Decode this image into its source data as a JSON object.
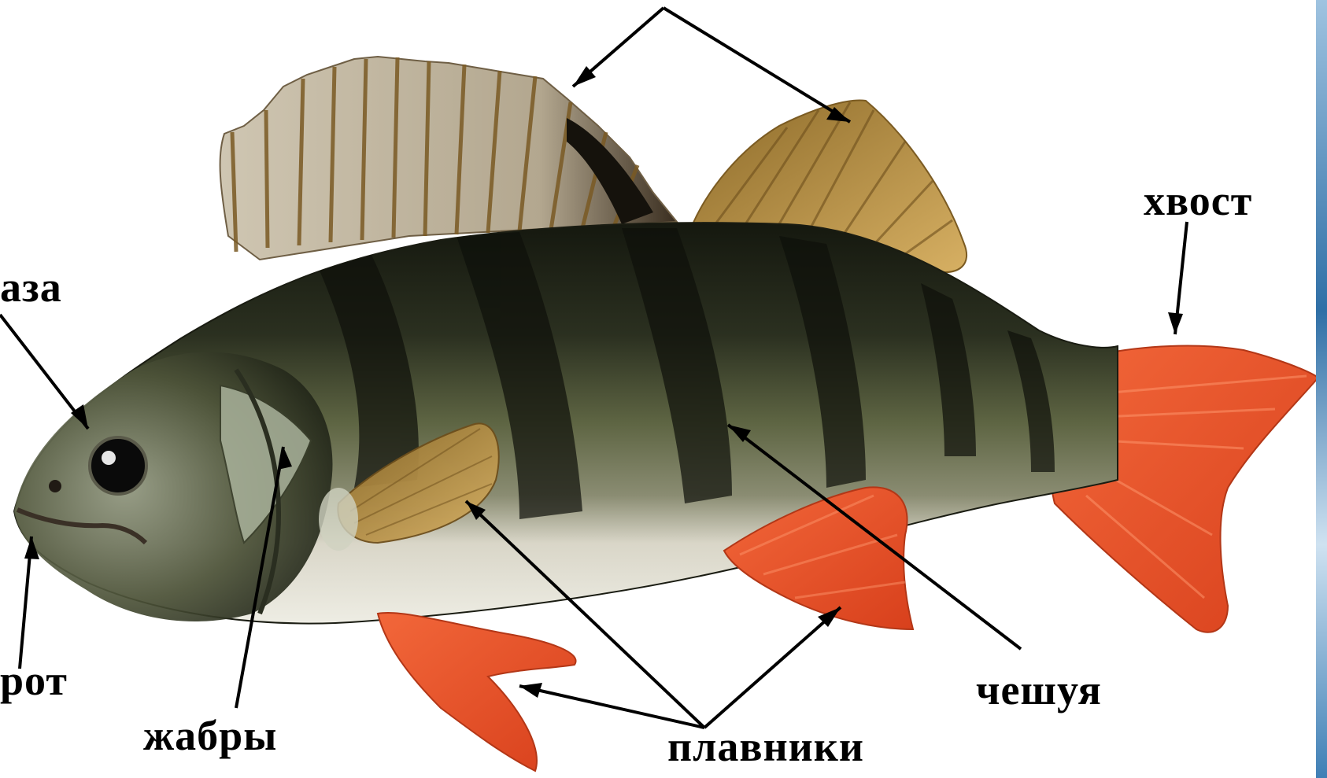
{
  "diagram": {
    "labels": {
      "eye": "аза",
      "mouth": "рот",
      "gills": "жабры",
      "fins": "плавники",
      "scales": "чешуя",
      "tail": "хвост"
    },
    "colors": {
      "background": "#ffffff",
      "arrow": "#000000",
      "label": "#000000",
      "body_dark": "#1f2416",
      "body_olive": "#5b6340",
      "belly": "#e6e4d8",
      "fin_red": "#e8502a",
      "fin_gold": "#b88a3a",
      "dorsal_fin": "#b9ad97",
      "frame_blue": "#3f7fb5"
    },
    "icons": [
      "perch-fish-illustration"
    ]
  }
}
